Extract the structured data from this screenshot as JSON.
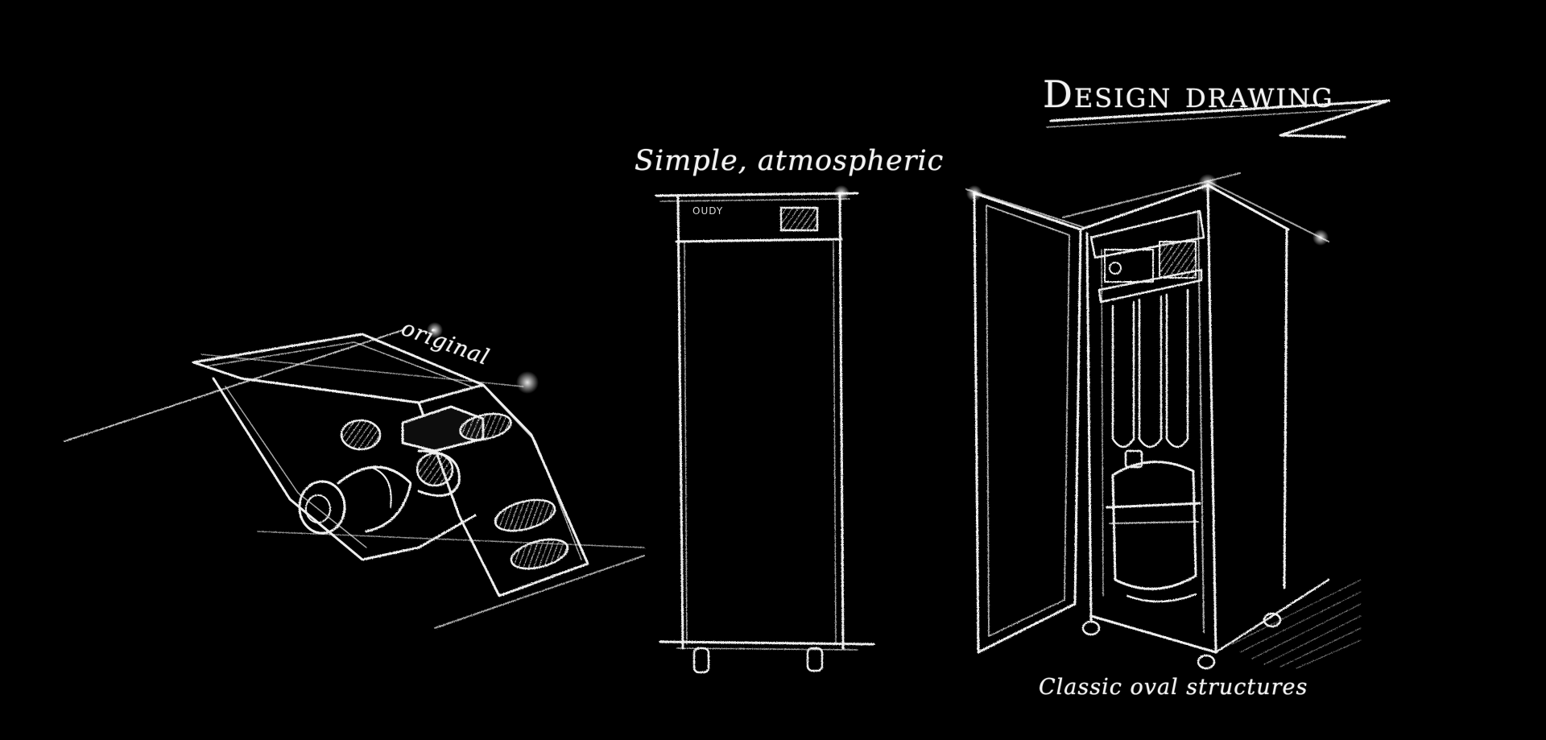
{
  "labels": {
    "original": "original",
    "simple": "Simple, atmospheric",
    "design": "Design drawing",
    "classic": "Classic oval structures"
  },
  "brand": "OUDY",
  "colors": {
    "background": "#000000",
    "chalk": "#f2f2f2"
  }
}
